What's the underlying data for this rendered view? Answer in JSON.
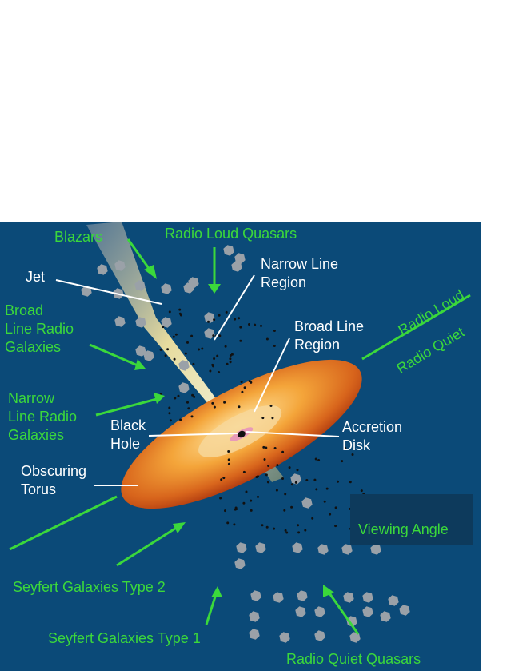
{
  "labels": {
    "blazars": "Blazars",
    "radio_loud_quasars": "Radio Loud Quasars",
    "jet": "Jet",
    "narrow_line_region": [
      "Narrow Line",
      "Region"
    ],
    "broad_line_radio_galaxies": [
      "Broad",
      "Line Radio",
      "Galaxies"
    ],
    "radio_loud": "Radio Loud",
    "radio_quiet": "Radio Quiet",
    "broad_line_region": [
      "Broad Line",
      "Region"
    ],
    "narrow_line_radio_galaxies": [
      "Narrow",
      "Line Radio",
      "Galaxies"
    ],
    "black_hole": [
      "Black",
      "Hole"
    ],
    "accretion_disk": [
      "Accretion",
      "Disk"
    ],
    "obscuring_torus": [
      "Obscuring",
      "Torus"
    ],
    "viewing_angle": "Viewing Angle",
    "seyfert_type_2": "Seyfert Galaxies Type 2",
    "seyfert_type_1": "Seyfert Galaxies Type 1",
    "radio_quiet_quasars": "Radio Quiet Quasars"
  },
  "colors": {
    "background": "#0b4a78",
    "label_green": "#3bd83b",
    "label_white": "#ffffff",
    "torus_inner": "#ffd27a",
    "torus_outer": "#c74a12",
    "cloud": "#9aa1a8",
    "jet": "#fff4b8"
  }
}
